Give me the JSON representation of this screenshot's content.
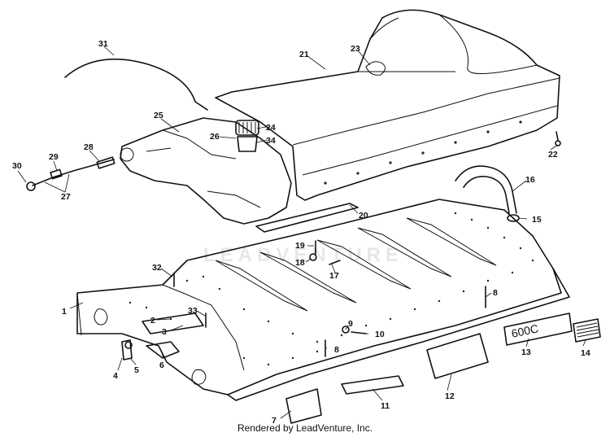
{
  "diagram": {
    "parts": [
      {
        "label": "1"
      },
      {
        "label": "2"
      },
      {
        "label": "3"
      },
      {
        "label": "4"
      },
      {
        "label": "5"
      },
      {
        "label": "6"
      },
      {
        "label": "7"
      },
      {
        "label": "8"
      },
      {
        "label": "8"
      },
      {
        "label": "9"
      },
      {
        "label": "10"
      },
      {
        "label": "11"
      },
      {
        "label": "12"
      },
      {
        "label": "13"
      },
      {
        "label": "14"
      },
      {
        "label": "15"
      },
      {
        "label": "16"
      },
      {
        "label": "17"
      },
      {
        "label": "18"
      },
      {
        "label": "19"
      },
      {
        "label": "20"
      },
      {
        "label": "21"
      },
      {
        "label": "22"
      },
      {
        "label": "23"
      },
      {
        "label": "24"
      },
      {
        "label": "25"
      },
      {
        "label": "26"
      },
      {
        "label": "27"
      },
      {
        "label": "28"
      },
      {
        "label": "29"
      },
      {
        "label": "30"
      },
      {
        "label": "31"
      },
      {
        "label": "32"
      },
      {
        "label": "33"
      },
      {
        "label": "34"
      }
    ],
    "emblem_text": "600C",
    "watermark": "LEADVENTURE"
  },
  "footer": "Rendered by LeadVenture, Inc."
}
